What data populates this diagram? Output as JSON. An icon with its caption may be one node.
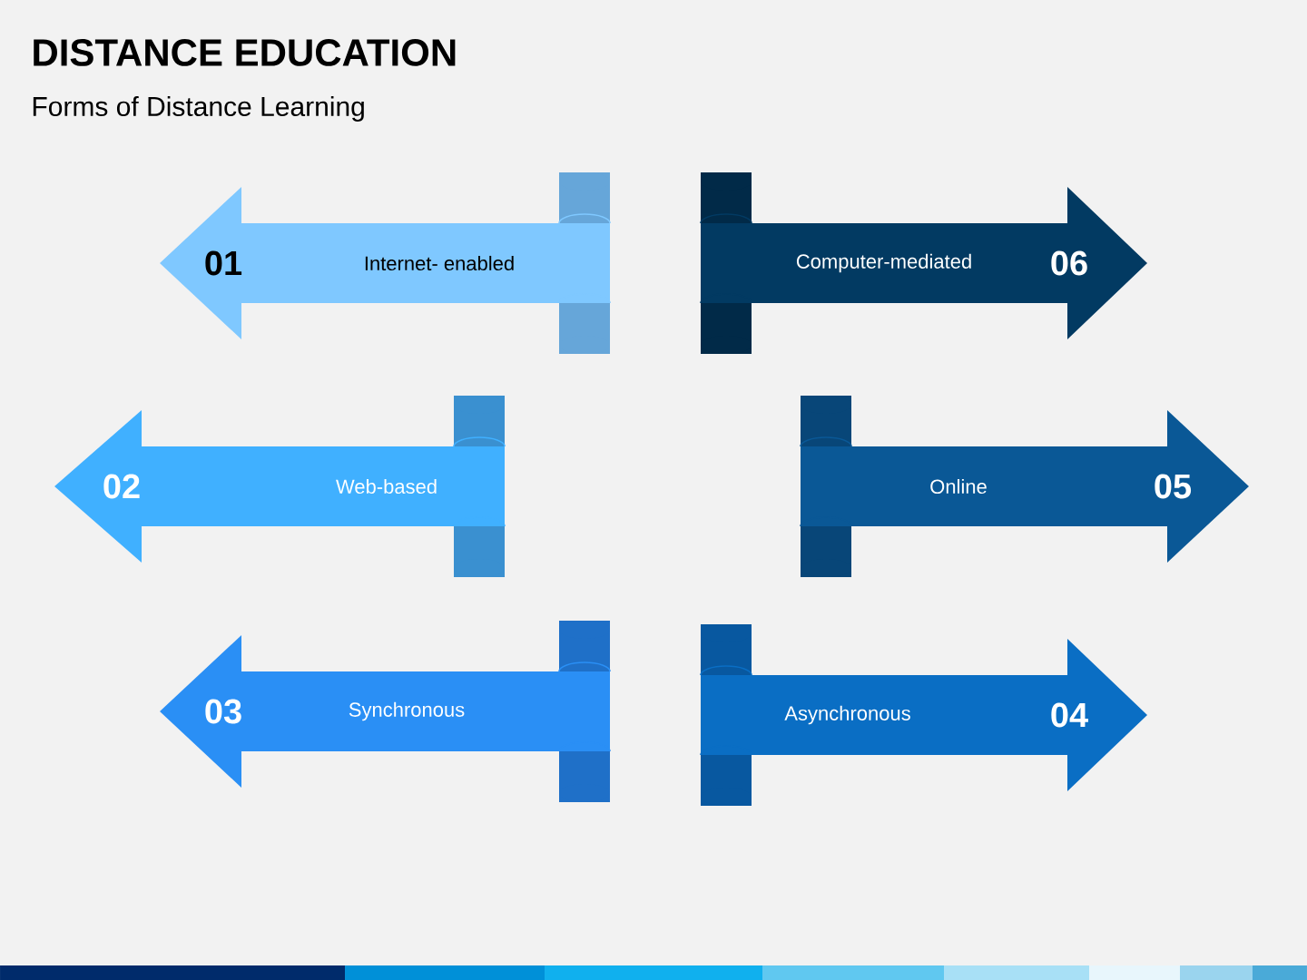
{
  "diagram": {
    "title": "DISTANCE EDUCATION",
    "caption": "Forms of Distance Learning",
    "nodes": [
      {
        "text": [
          "01",
          "Internet- enabled"
        ]
      },
      {
        "text": [
          "Computer-mediated",
          "06"
        ]
      },
      {
        "text": [
          "02",
          "Web-based"
        ]
      },
      {
        "text": [
          "Online",
          "05"
        ]
      },
      {
        "text": [
          "03",
          "Synchronous"
        ]
      },
      {
        "text": [
          "Asynchronous",
          "04"
        ]
      }
    ]
  }
}
